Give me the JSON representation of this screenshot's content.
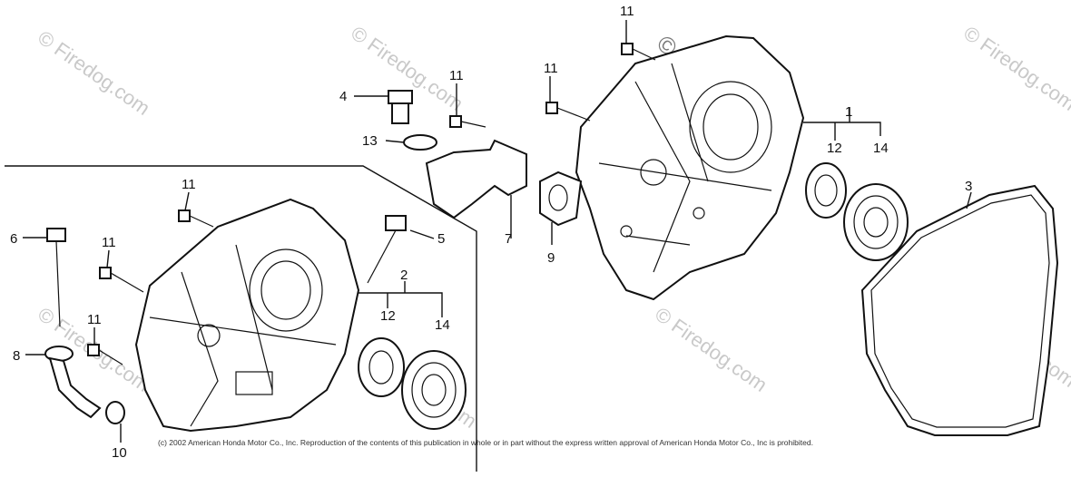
{
  "watermarks": [
    "© Firedog.com",
    "© Firedog.com",
    "© Firedog.com",
    "© Firedog.com",
    "© Firedog.com",
    "© Firedog.com",
    "© Firedog.com"
  ],
  "watermark_top": "© Fire",
  "copyright": "(c) 2002 American Honda Motor Co., Inc. Reproduction of the contents of this publication in whole or in part without the express written approval of American Honda Motor Co., Inc is prohibited.",
  "callouts": {
    "c1": "1",
    "c2": "2",
    "c3": "3",
    "c4": "4",
    "c5": "5",
    "c6": "6",
    "c7": "7",
    "c8": "8",
    "c9": "9",
    "c10": "10",
    "c11a": "11",
    "c11b": "11",
    "c11c": "11",
    "c11d": "11",
    "c11e": "11",
    "c11f": "11",
    "c12a": "12",
    "c12b": "12",
    "c13": "13",
    "c14a": "14",
    "c14b": "14"
  }
}
